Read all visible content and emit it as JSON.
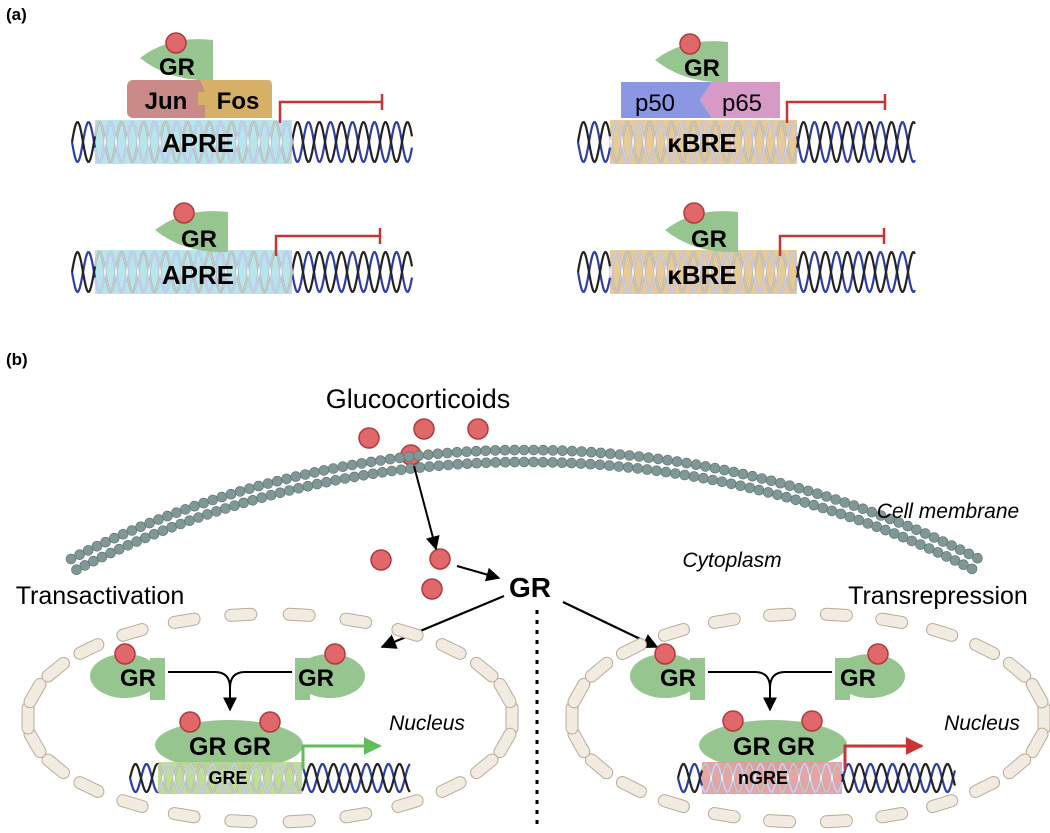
{
  "panel_a": {
    "label": "(a)",
    "gr": "GR",
    "jun": "Jun",
    "fos": "Fos",
    "p50": "p50",
    "p65": "p65",
    "apre": "APRE",
    "kbre": "κBRE"
  },
  "panel_b": {
    "label": "(b)",
    "glucocorticoids": "Glucocorticoids",
    "cell_membrane": "Cell membrane",
    "cytoplasm": "Cytoplasm",
    "gr": "GR",
    "transactivation": "Transactivation",
    "transrepression": "Transrepression",
    "nucleus": "Nucleus",
    "gr_dimer": "GR GR",
    "gre": "GRE",
    "ngre": "nGRE"
  },
  "colors": {
    "gr_green": "#96c58f",
    "ligand_red": "#e0676a",
    "jun": "#c98a88",
    "fos": "#d7b067",
    "p50": "#8c97e3",
    "p65": "#d79ac6",
    "apre_fill": "#aee3ea",
    "kbre_fill": "#e4c489",
    "gre_fill": "#b8d98a",
    "ngre_fill": "#e69a9a",
    "membrane": "#7f9795",
    "nucleus_seg": "#f2ebe1",
    "repress_red": "#c93532",
    "activate_green": "#5fbd5a"
  }
}
